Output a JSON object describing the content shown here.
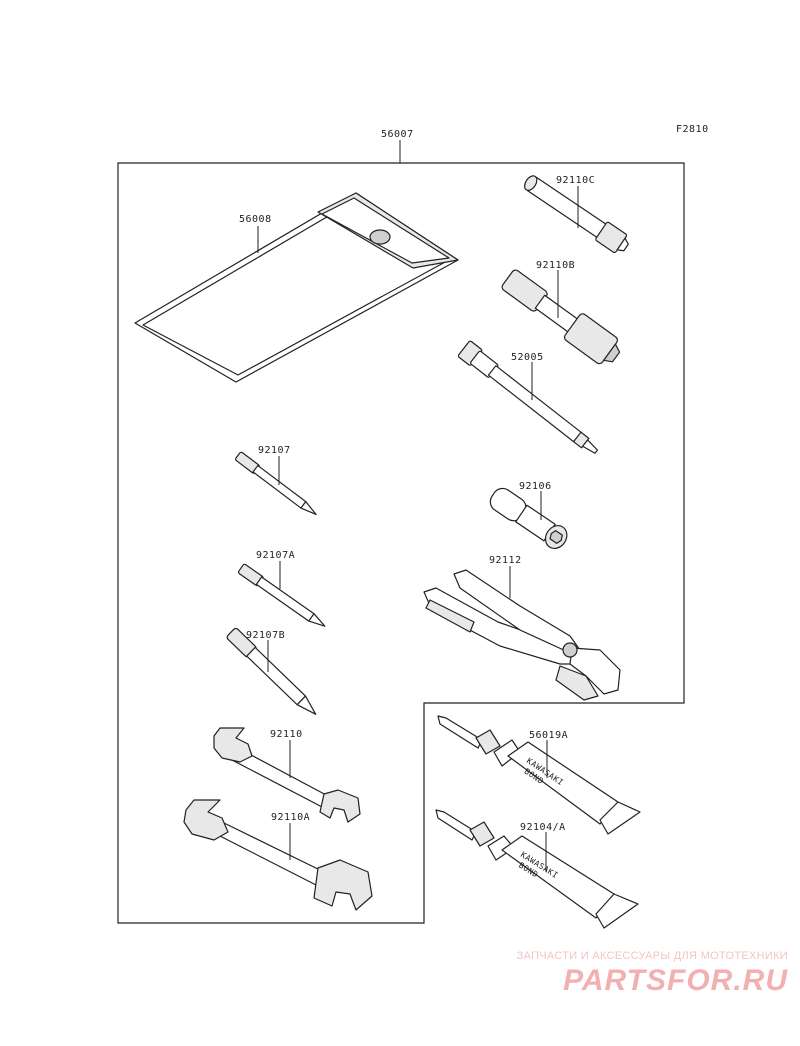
{
  "figure_code": "F2810",
  "labels": {
    "kit": "56007",
    "pouch": "56008",
    "wrench_c": "92110C",
    "wrench_b": "92110B",
    "screwdriver_handle": "52005",
    "driver_bit": "92107",
    "handle_adapter": "92106",
    "driver_bit_a": "92107A",
    "pliers": "92112",
    "driver_bit_b": "92107B",
    "spanner": "92110",
    "spanner_a": "92110A",
    "bond_a": "56019A",
    "bond_b": "92104/A"
  },
  "tube_text": {
    "brand": "KAWASAKI",
    "product": "BOND"
  },
  "watermark": {
    "caption": "ЗАПЧАСТИ И АКСЕССУАРЫ ДЛЯ МОТОТЕХНИКИ",
    "logo": "PARTSFOR.RU"
  },
  "colors": {
    "line": "#222222",
    "watermark": "#f2b0b0"
  }
}
